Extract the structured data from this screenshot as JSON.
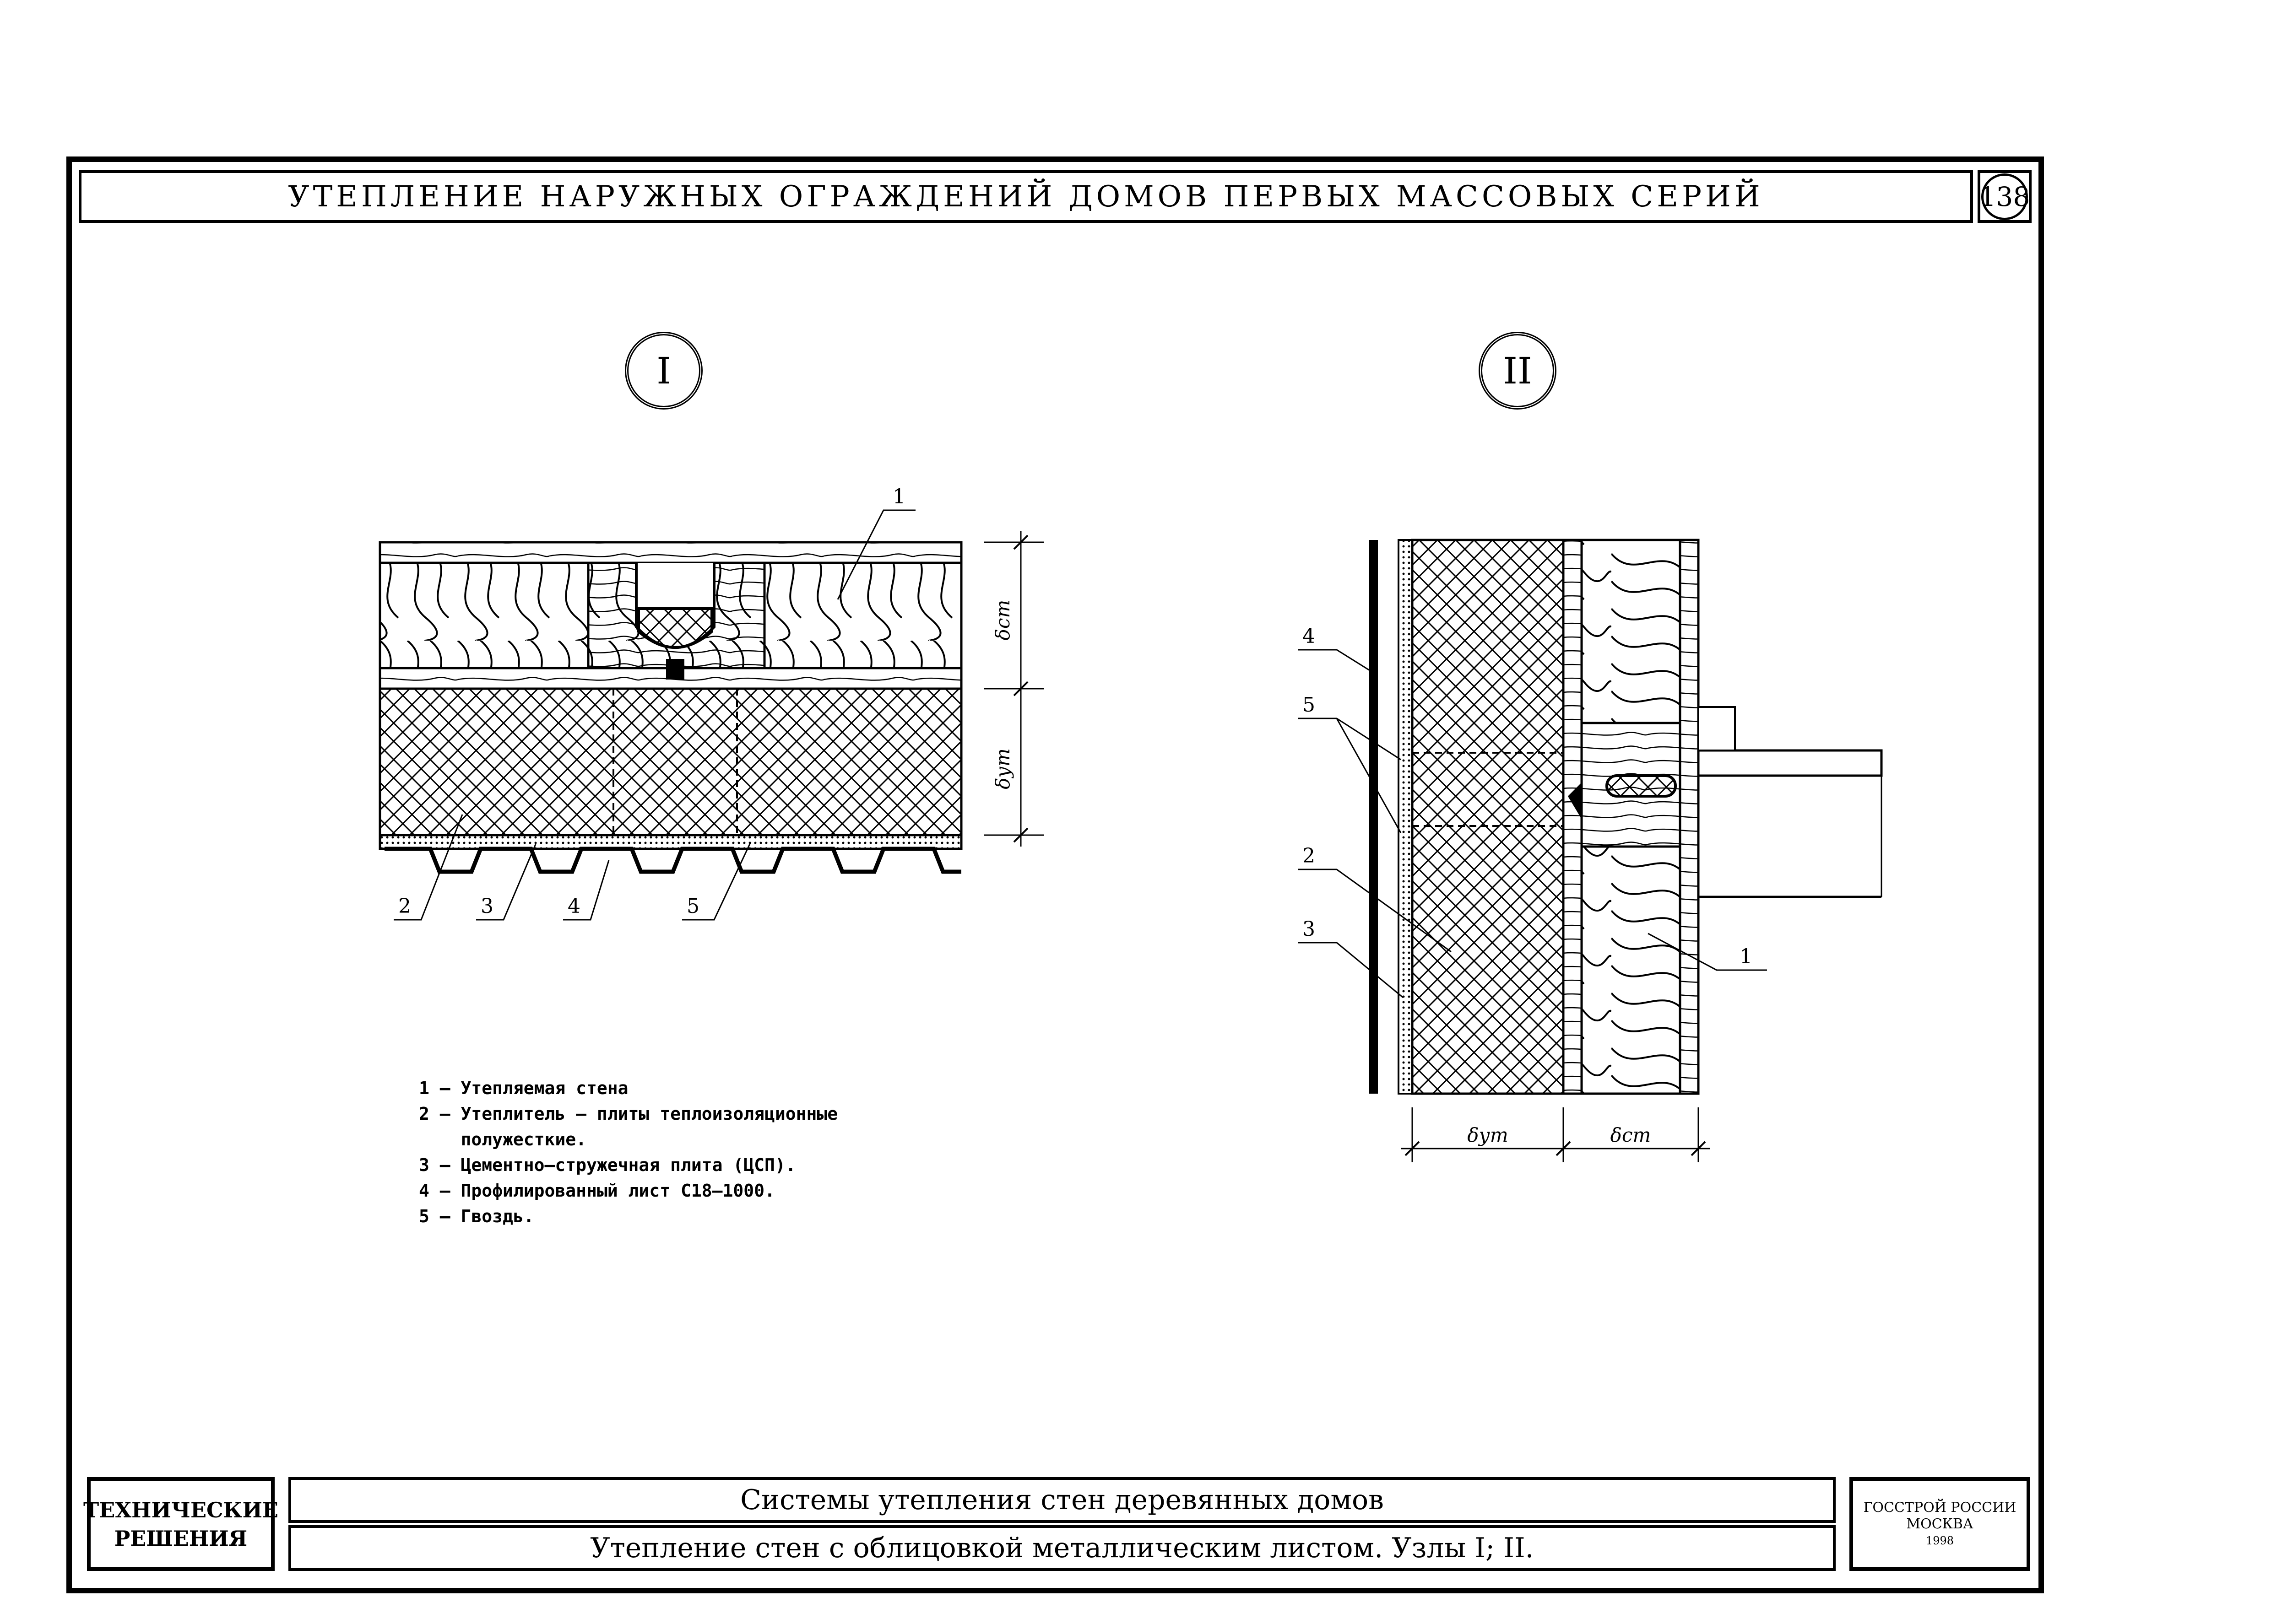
{
  "header": {
    "title": "УТЕПЛЕНИЕ НАРУЖНЫХ ОГРАЖДЕНИЙ ДОМОВ ПЕРВЫХ МАССОВЫХ СЕРИЙ",
    "sheet_number": "138"
  },
  "nodes": {
    "node1": {
      "label": "I",
      "callouts": [
        "1",
        "2",
        "3",
        "4",
        "5"
      ],
      "dim_wall": "δст",
      "dim_insul": "δут"
    },
    "node2": {
      "label": "II",
      "callouts": [
        "4",
        "5",
        "2",
        "3",
        "1"
      ],
      "dim_wall": "δст",
      "dim_insul": "δут"
    }
  },
  "legend": [
    "1 – Утепляемая стена",
    "2 – Утеплитель – плиты теплоизоляционные",
    "    полужесткие.",
    "3 – Цементно–стружечная плита (ЦСП).",
    "4 – Профилированный лист С18–1000.",
    "5 – Гвоздь."
  ],
  "title_block": {
    "category_line1": "ТЕХНИЧЕСКИЕ",
    "category_line2": "РЕШЕНИЯ",
    "subject": "Системы утепления стен деревянных домов",
    "sheet_title": "Утепление стен с облицовкой металлическим листом. Узлы I; II.",
    "org_line1": "ГОССТРОЙ РОССИИ",
    "org_line2": "МОСКВА",
    "year": "1998"
  }
}
